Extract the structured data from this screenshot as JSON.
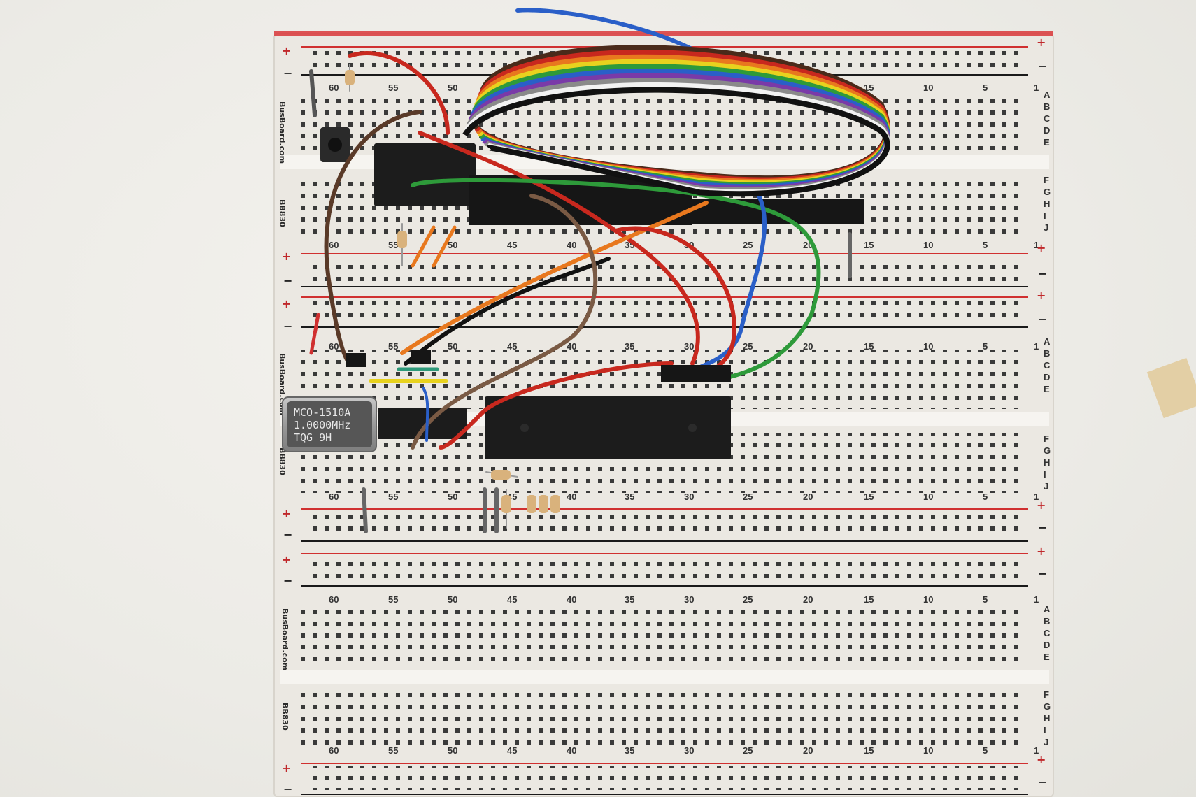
{
  "brand": "BusBoard.com",
  "model": "BB830",
  "column_numbers": [
    "60",
    "55",
    "50",
    "45",
    "40",
    "35",
    "30",
    "25",
    "20",
    "15",
    "10",
    "5",
    "1"
  ],
  "row_letters_top": [
    "A",
    "B",
    "C",
    "D",
    "E"
  ],
  "row_letters_bottom": [
    "F",
    "G",
    "H",
    "I",
    "J"
  ],
  "rail_plus": "+",
  "rail_minus": "−",
  "oscillator": {
    "line1": "MCO-1510A",
    "line2": "1.0000MHz",
    "line3": "TQG  9H"
  },
  "colors": {
    "board": "#efece6",
    "rail_red": "#d03030",
    "rail_black": "#1a1a1a",
    "ic": "#1c1c1c",
    "ribbon": [
      "#4a2a1a",
      "#c8281e",
      "#e8781e",
      "#e8d21e",
      "#2e9a3a",
      "#2a5fc8",
      "#7a3aa8",
      "#8a8a8a",
      "#f2f2f2",
      "#111111"
    ]
  }
}
